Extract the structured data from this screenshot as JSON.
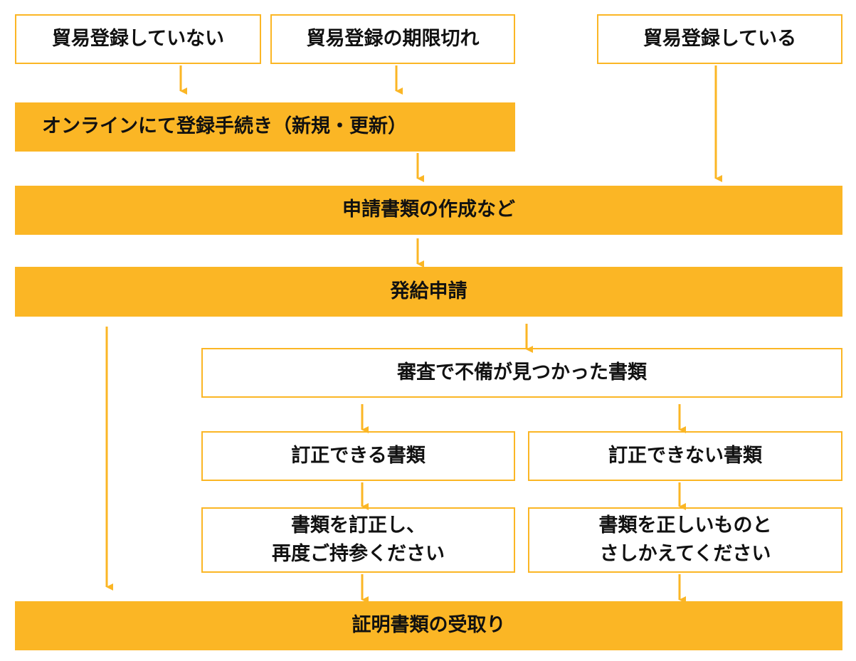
{
  "colors": {
    "accent": "#FBB625",
    "text": "#111111",
    "background": "#FFFFFF"
  },
  "nodes": {
    "not_registered": "貿易登録していない",
    "registration_expired": "貿易登録の期限切れ",
    "registered": "貿易登録している",
    "online_registration": "オンラインにて登録手続き（新規・更新）",
    "prepare_documents": "申請書類の作成など",
    "issue_application": "発給申請",
    "defective_documents": "審査で不備が見つかった書類",
    "correctable_documents": "訂正できる書類",
    "uncorrectable_documents": "訂正できない書類",
    "correct_and_resubmit": {
      "line1": "書類を訂正し、",
      "line2": "再度ご持参ください"
    },
    "replace_with_correct": {
      "line1": "書類を正しいものと",
      "line2": "さしかえてください"
    },
    "receive_certificate": "証明書類の受取り"
  }
}
